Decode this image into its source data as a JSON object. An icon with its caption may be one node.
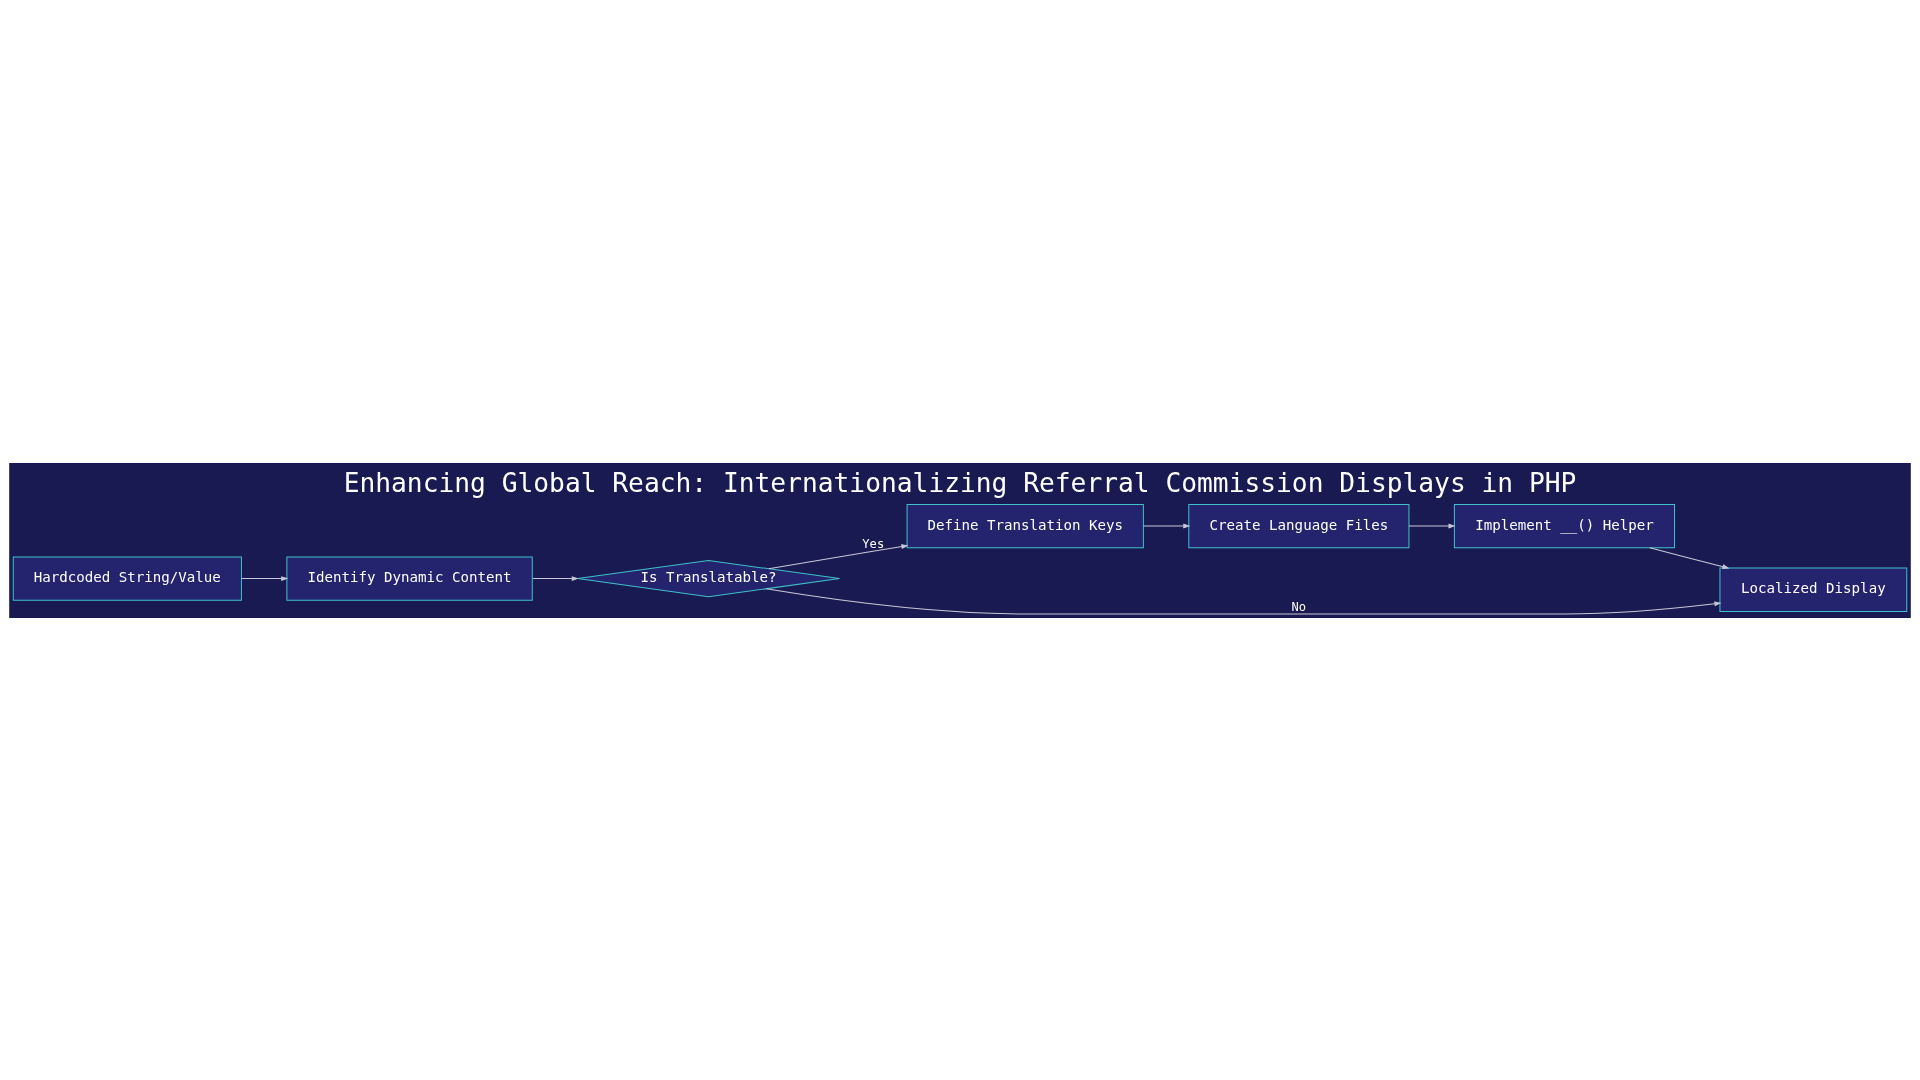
{
  "diagram": {
    "title": "Enhancing Global Reach: Internationalizing Referral Commission Displays in PHP",
    "nodes": [
      {
        "text": [
          "Hardcoded String/Value"
        ]
      },
      {
        "text": [
          "Identify Dynamic Content"
        ]
      },
      {
        "text": [
          "Is Translatable?"
        ]
      },
      {
        "text": [
          "Define Translation Keys"
        ]
      },
      {
        "text": [
          "Create Language Files"
        ]
      },
      {
        "text": [
          "Implement __() Helper"
        ]
      },
      {
        "text": [
          "Localized Display"
        ]
      }
    ],
    "edges": [
      {
        "from": 0,
        "to": 1,
        "arrow": "to"
      },
      {
        "from": 1,
        "to": 2,
        "arrow": "to"
      },
      {
        "from": 2,
        "to": 3,
        "arrow": "to",
        "label": "Yes"
      },
      {
        "from": 3,
        "to": 4,
        "arrow": "to"
      },
      {
        "from": 4,
        "to": 5,
        "arrow": "to"
      },
      {
        "from": 5,
        "to": 6,
        "arrow": "to"
      },
      {
        "from": 2,
        "to": 6,
        "arrow": "to",
        "label": "No"
      }
    ]
  }
}
